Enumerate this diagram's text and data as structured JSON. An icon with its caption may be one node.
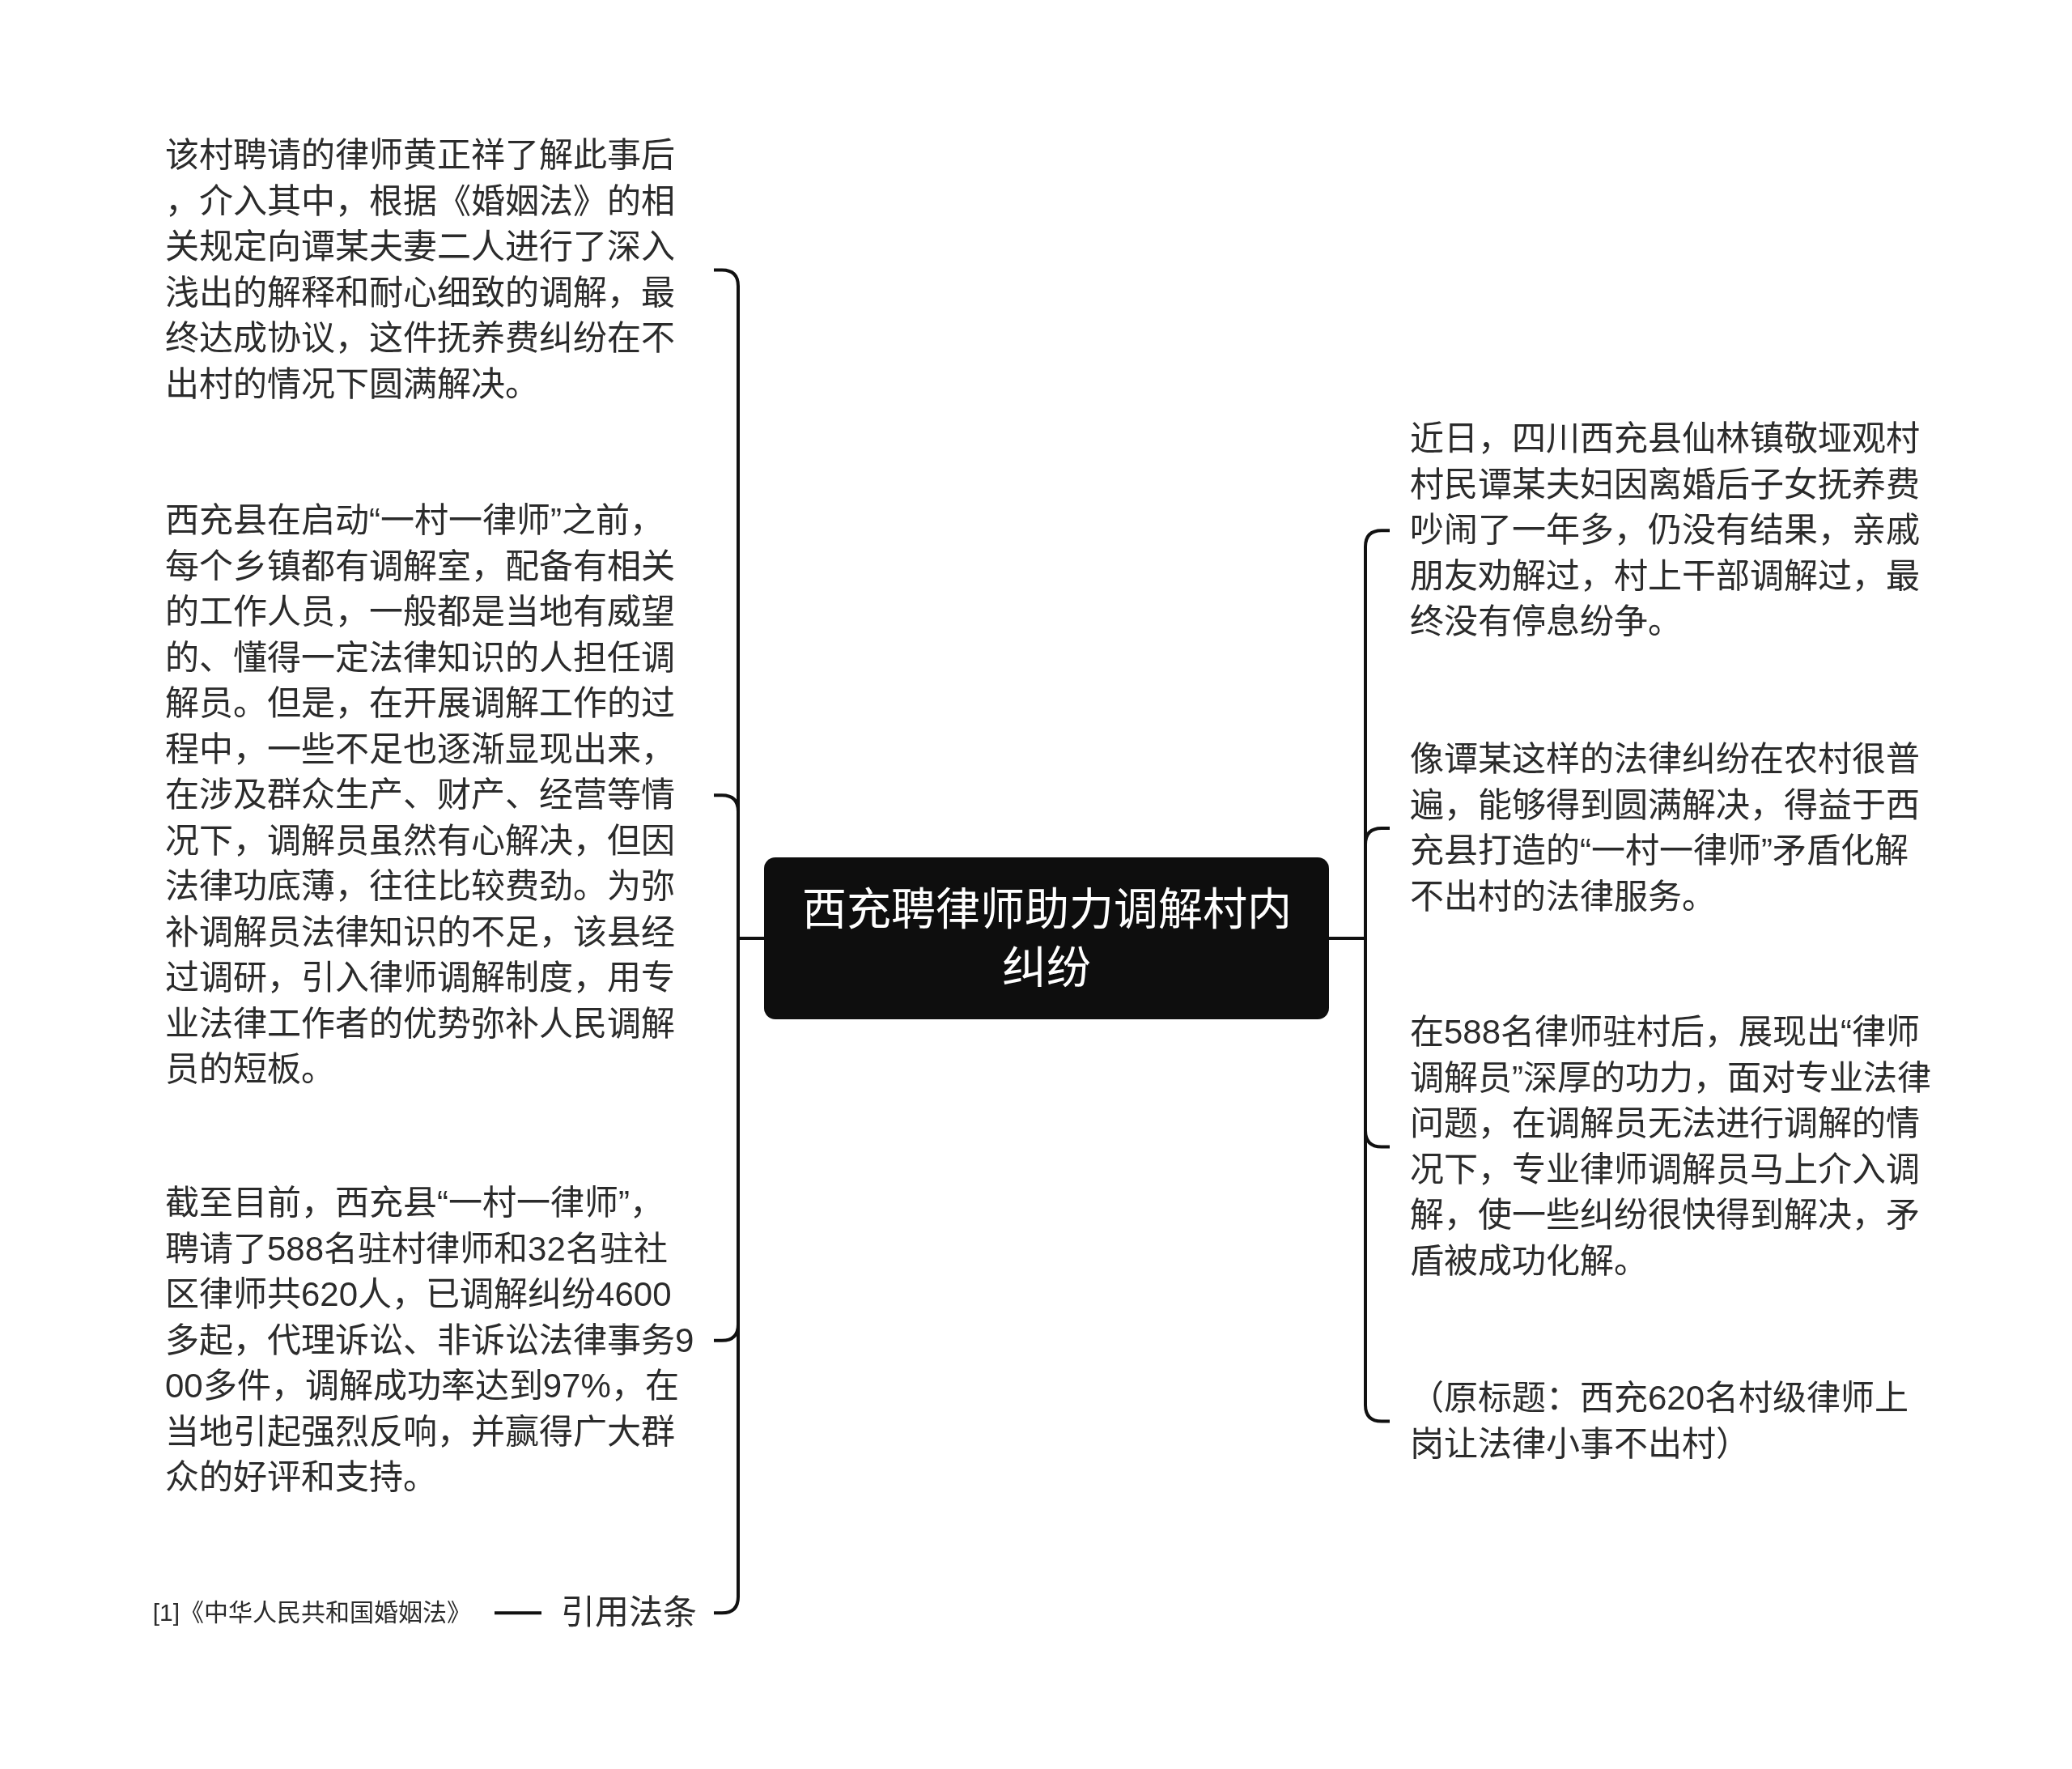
{
  "diagram": {
    "nodes": [
      {
        "text": [
          "西充聘律师助力调解村内纠纷"
        ]
      },
      {
        "text": [
          "该村聘请的律师黄正祥了解此事后，介入其中，根据《婚姻法》的相关规定向谭某夫妻二人进行了深入浅出的解释和耐心细致的调解，最终达成协议，这件抚养费纠纷在不出村的情况下圆满解决。"
        ]
      },
      {
        "text": [
          "西充县在启动“一村一律师”之前，每个乡镇都有调解室，配备有相关的工作人员，一般都是当地有威望的、懂得一定法律知识的人担任调解员。但是，在开展调解工作的过程中，一些不足也逐渐显现出来，在涉及群众生产、财产、经营等情况下，调解员虽然有心解决，但因法律功底薄，往往比较费劲。为弥补调解员法律知识的不足，该县经过调研，引入律师调解制度，用专业法律工作者的优势弥补人民调解员的短板。"
        ]
      },
      {
        "text": [
          "截至目前，西充县“一村一律师”，聘请了588名驻村律师和32名驻社区律师共620人，已调解纠纷4600多起，代理诉讼、非诉讼法律事务900多件，调解成功率达到97%，在当地引起强烈反响，并赢得广大群众的好评和支持。"
        ]
      },
      {
        "text": [
          "引用法条"
        ]
      },
      {
        "text": [
          "[1]《中华人民共和国婚姻法》"
        ]
      },
      {
        "text": [
          "近日，四川西充县仙林镇敬垭观村村民谭某夫妇因离婚后子女抚养费吵闹了一年多，仍没有结果，亲戚朋友劝解过，村上干部调解过，最终没有停息纷争。"
        ]
      },
      {
        "text": [
          "像谭某这样的法律纠纷在农村很普遍，能够得到圆满解决，得益于西充县打造的“一村一律师”矛盾化解不出村的法律服务。"
        ]
      },
      {
        "text": [
          "在588名律师驻村后，展现出“律师调解员”深厚的功力，面对专业法律问题，在调解员无法进行调解的情况下，专业律师调解员马上介入调解，使一些纠纷很快得到解决，矛盾被成功化解。"
        ]
      },
      {
        "text": [
          "（原标题：西充620名村级律师上岗让法律小事不出村）"
        ]
      }
    ],
    "edges": [
      {
        "from": 0,
        "to": 1,
        "arrow": "none"
      },
      {
        "from": 0,
        "to": 2,
        "arrow": "none"
      },
      {
        "from": 0,
        "to": 3,
        "arrow": "none"
      },
      {
        "from": 0,
        "to": 4,
        "arrow": "none"
      },
      {
        "from": 4,
        "to": 5,
        "arrow": "none"
      },
      {
        "from": 0,
        "to": 6,
        "arrow": "none"
      },
      {
        "from": 0,
        "to": 7,
        "arrow": "none"
      },
      {
        "from": 0,
        "to": 8,
        "arrow": "none"
      },
      {
        "from": 0,
        "to": 9,
        "arrow": "none"
      }
    ]
  }
}
